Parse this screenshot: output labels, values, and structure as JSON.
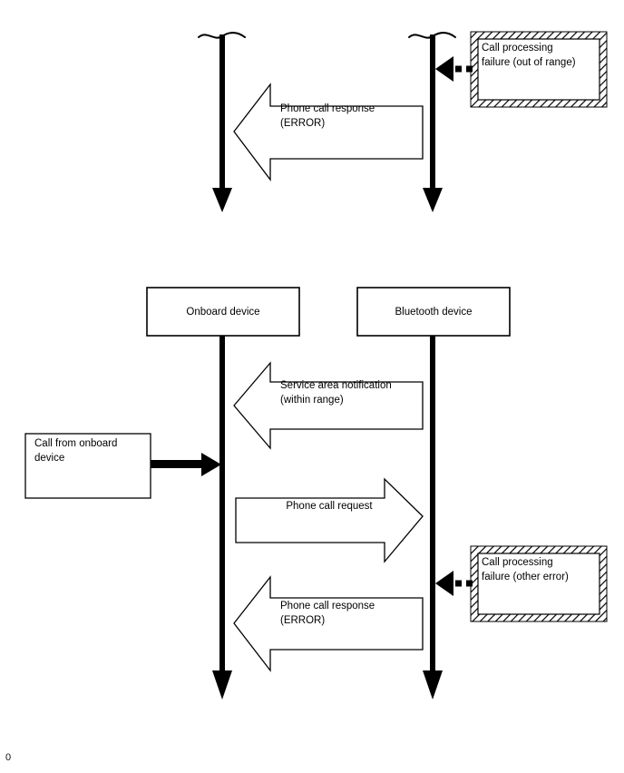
{
  "diagram": {
    "type": "sequence-diagram",
    "title": "",
    "colors": {
      "stroke": "#000000",
      "background": "#ffffff",
      "hatch": "#000000"
    },
    "lifelines": [
      {
        "name": "onboard-device",
        "label": "Onboard device"
      },
      {
        "name": "bluetooth-device",
        "label": "Bluetooth device"
      }
    ],
    "top_fragment": {
      "messages": [
        {
          "name": "phone-call-response-error-top",
          "label": "Phone call response\n(ERROR)",
          "direction": "right-to-left"
        }
      ],
      "notes": [
        {
          "name": "call-processing-failure-out-of-range",
          "label": "Call processing\nfailure (out of range)",
          "style": "hatched"
        }
      ]
    },
    "bottom_fragment": {
      "messages": [
        {
          "name": "service-area-notification",
          "label": "Service area notification\n(within range)",
          "direction": "right-to-left"
        },
        {
          "name": "phone-call-request",
          "label": "Phone call request",
          "direction": "left-to-right"
        },
        {
          "name": "phone-call-response-error-bottom",
          "label": "Phone call response\n(ERROR)",
          "direction": "right-to-left"
        }
      ],
      "notes": [
        {
          "name": "call-from-onboard-device",
          "label": "Call from onboard\ndevice",
          "style": "plain"
        },
        {
          "name": "call-processing-failure-other-error",
          "label": "Call processing\nfailure (other error)",
          "style": "hatched"
        }
      ]
    },
    "footer_mark": "0"
  }
}
